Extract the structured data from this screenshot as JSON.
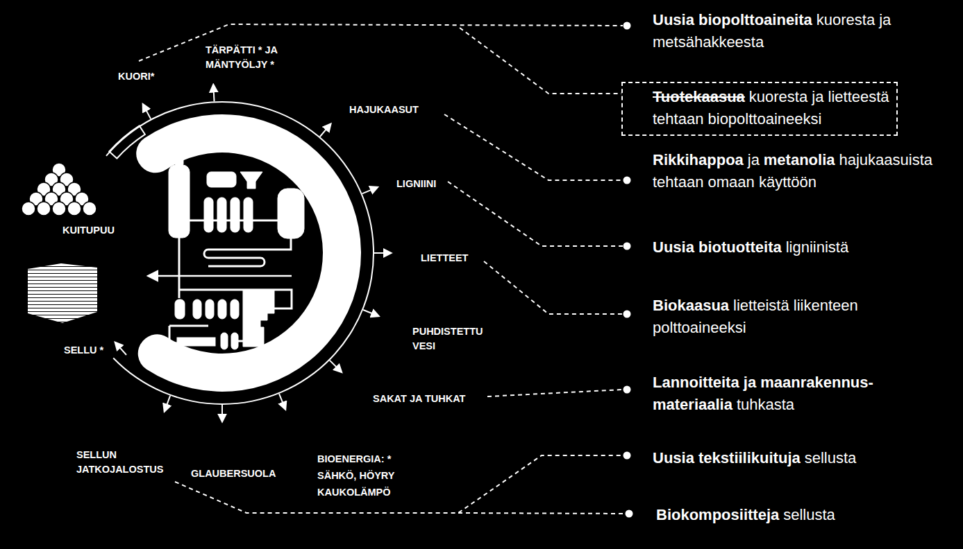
{
  "diagram": {
    "nodes": [
      {
        "text": [
          "Tuotekaasua",
          "kuoresta ja lietteestä tehtaan biopolttoaineeksi"
        ]
      }
    ],
    "labels": [
      "TÄRPÄTTI * JA MÄNTYÖLJY *",
      "KUORI*",
      "HAJUKAASUT",
      "LIGNIINI",
      "KUITUPUU",
      "LIETTEET",
      "PUHDISTETTU VESI",
      "SELLU *",
      "SAKAT JA TUHKAT",
      "SELLUN JATKOJALOSTUS",
      "GLAUBERSUOLA",
      "BIOENERGIA: * SÄHKÖ, HÖYRY KAUKOLÄMPÖ",
      "Uusia biopolttoaineita",
      "kuoresta ja metsähakkeesta",
      "Rikkihappoa",
      "ja",
      "metanolia",
      "hajukaasuista tehtaan omaan käyttöön",
      "Uusia biotuotteita",
      "ligniinistä",
      "Biokaasua",
      "lietteistä liikenteen polttoaineeksi",
      "Lannoitteita ja maanrakennus-materiaalia",
      "tuhkasta",
      "Uusia tekstiilikuituja",
      "sellusta",
      "Biokomposiitteja",
      "sellusta"
    ]
  }
}
